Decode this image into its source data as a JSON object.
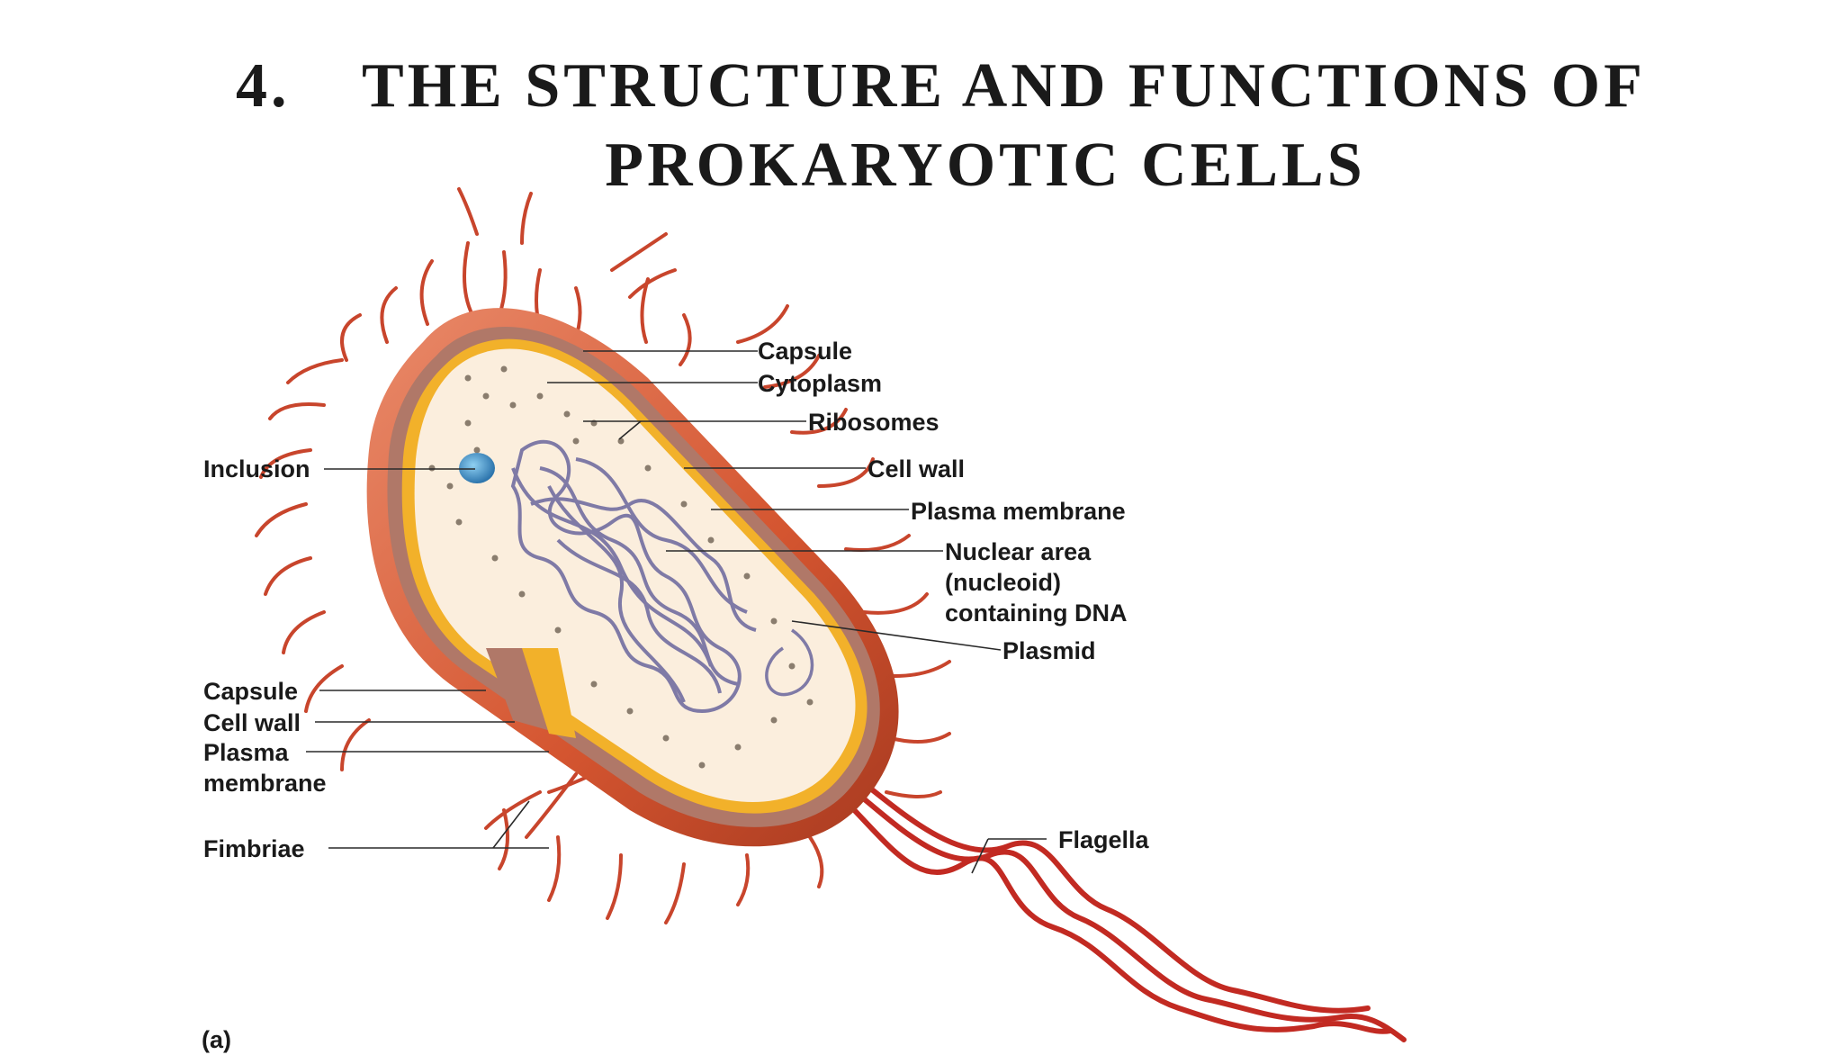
{
  "title": {
    "number": "4.",
    "line1": "THE STRUCTURE AND FUNCTIONS OF",
    "line2": "PROKARYOTIC CELLS"
  },
  "labels": {
    "capsule_top": "Capsule",
    "cytoplasm": "Cytoplasm",
    "ribosomes": "Ribosomes",
    "cell_wall_right": "Cell wall",
    "plasma_membrane_right": "Plasma membrane",
    "nuclear_area_1": "Nuclear area",
    "nuclear_area_2": "(nucleoid)",
    "nuclear_area_3": "containing DNA",
    "plasmid": "Plasmid",
    "flagella": "Flagella",
    "inclusion": "Inclusion",
    "capsule_left": "Capsule",
    "cell_wall_left": "Cell wall",
    "plasma_membrane_left_1": "Plasma",
    "plasma_membrane_left_2": "membrane",
    "fimbriae": "Fimbriae",
    "panel": "(a)"
  },
  "colors": {
    "capsule": "#d2522f",
    "cell_wall": "#a46a5e",
    "plasma_membrane": "#f2b12a",
    "cytoplasm": "#fbeedd",
    "nucleoid": "#7f7aa6",
    "inclusion": "#3f8fc6",
    "fimbriae": "#c8452c",
    "flagella": "#c22a22"
  }
}
